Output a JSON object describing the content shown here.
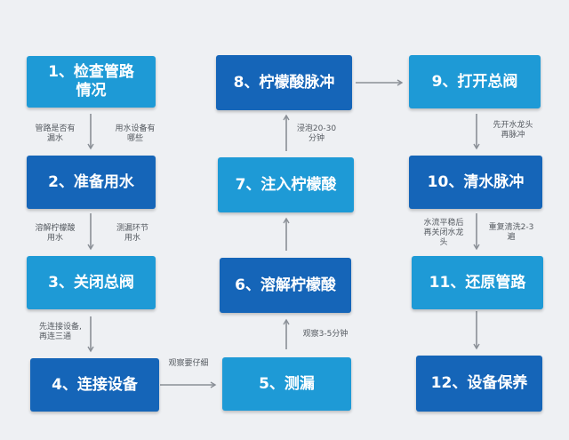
{
  "colors": {
    "light": "#1e9ad6",
    "dark": "#1565b8",
    "arrow": "#8a8f96",
    "background": "#eef0f3"
  },
  "steps": [
    {
      "id": "s1",
      "text": "1、检查管路\n情况",
      "shade": "light"
    },
    {
      "id": "s2",
      "text": "2、准备用水",
      "shade": "dark"
    },
    {
      "id": "s3",
      "text": "3、关闭总阀",
      "shade": "light"
    },
    {
      "id": "s4",
      "text": "4、连接设备",
      "shade": "dark"
    },
    {
      "id": "s5",
      "text": "5、测漏",
      "shade": "light"
    },
    {
      "id": "s6",
      "text": "6、溶解柠檬酸",
      "shade": "dark"
    },
    {
      "id": "s7",
      "text": "7、注入柠檬酸",
      "shade": "light"
    },
    {
      "id": "s8",
      "text": "8、柠檬酸脉冲",
      "shade": "dark"
    },
    {
      "id": "s9",
      "text": "9、打开总阀",
      "shade": "light"
    },
    {
      "id": "s10",
      "text": "10、清水脉冲",
      "shade": "dark"
    },
    {
      "id": "s11",
      "text": "11、还原管路",
      "shade": "light"
    },
    {
      "id": "s12",
      "text": "12、设备保养",
      "shade": "dark"
    }
  ],
  "notes": {
    "n1": "管路是否有\n漏水",
    "n2": "用水设备有\n哪些",
    "n3": "溶解柠檬酸\n用水",
    "n4": "测漏环节\n用水",
    "n5": "先连接设备,\n再连三通",
    "n6": "观察要仔细",
    "n7": "观察3-5分钟",
    "n8": "浸泡20-30\n分钟",
    "n9": "先开水龙头\n再脉冲",
    "n10": "水流平稳后\n再关闭水龙\n头",
    "n11": "重复清洗2-3\n遍"
  }
}
